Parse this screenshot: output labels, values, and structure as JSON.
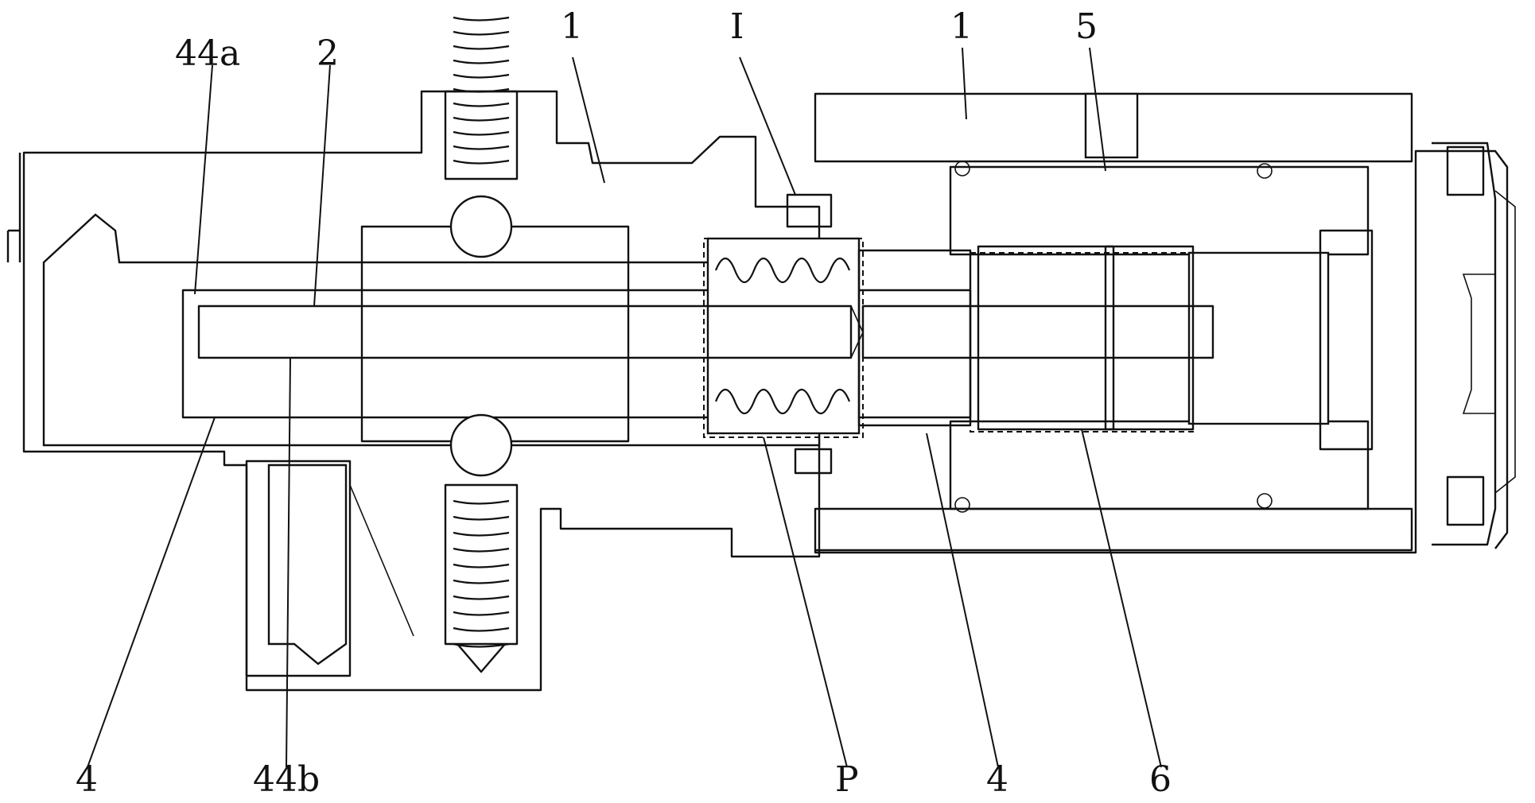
{
  "labels": {
    "l_44a": "44a",
    "l_2": "2",
    "l_1a": "1",
    "l_I": "I",
    "l_1b": "1",
    "l_5": "5",
    "l_4a": "4",
    "l_44b": "44b",
    "l_P": "P",
    "l_4b": "4",
    "l_6": "6"
  }
}
